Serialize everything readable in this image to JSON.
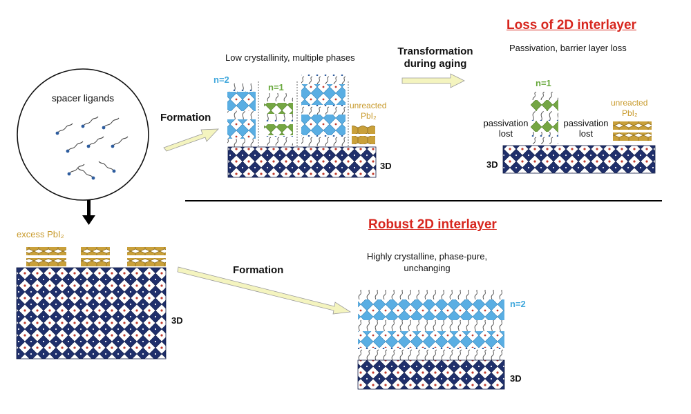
{
  "colors": {
    "title_red": "#d7261e",
    "octa_3d_navy": "#1f2f6b",
    "octa_n2_blue": "#5aaee3",
    "octa_n1_green": "#74a644",
    "pbi2_gold": "#c9a03a",
    "arrow_fill": "#f4f4bf"
  },
  "top": {
    "circle_label": "spacer ligands",
    "formation_label": "Formation",
    "phases_caption": "Low crystallinity, multiple phases",
    "n2_label": "n=2",
    "n1_label": "n=1",
    "unreacted_label": "unreacted",
    "pbi2_label": "PbI₂",
    "three_d_label": "3D",
    "transform_line1": "Transformation",
    "transform_line2": "during aging"
  },
  "loss": {
    "title": "Loss of 2D interlayer",
    "subtitle": "Passivation, barrier layer loss",
    "n1_label": "n=1",
    "passivation_lost_left_1": "passivation",
    "passivation_lost_left_2": "lost",
    "passivation_lost_right_1": "passivation",
    "passivation_lost_right_2": "lost",
    "unreacted_label": "unreacted",
    "pbi2_label": "PbI₂",
    "three_d_label": "3D"
  },
  "bottom": {
    "excess_label": "excess PbI₂",
    "three_d_label": "3D",
    "formation_label": "Formation",
    "robust_title": "Robust 2D interlayer",
    "robust_sub1": "Highly crystalline, phase-pure,",
    "robust_sub2": "unchanging",
    "n2_label": "n=2",
    "three_d_label_right": "3D"
  }
}
